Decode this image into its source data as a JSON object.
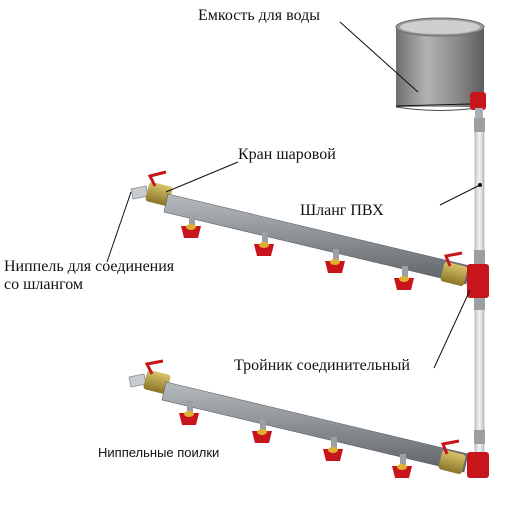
{
  "labels": {
    "tank": "Емкость для воды",
    "ball_valve": "Кран шаровой",
    "pvc_hose": "Шланг ПВХ",
    "nipple_connector_line1": "Ниппель для соединения",
    "nipple_connector_line2": "со шлангом",
    "tee_connector": "Тройник соединительный",
    "nipple_drinkers": "Ниппельные поилки"
  },
  "colors": {
    "pipe": "#8a8f94",
    "fitting_red": "#c8151b",
    "brass": "#b49a3a",
    "hose": "#dfe3e6",
    "tank": "#8d8d8d",
    "leader_line": "#111111"
  },
  "lines": [
    {
      "name": "upper",
      "drinkers": 4
    },
    {
      "name": "lower",
      "drinkers": 4
    }
  ]
}
